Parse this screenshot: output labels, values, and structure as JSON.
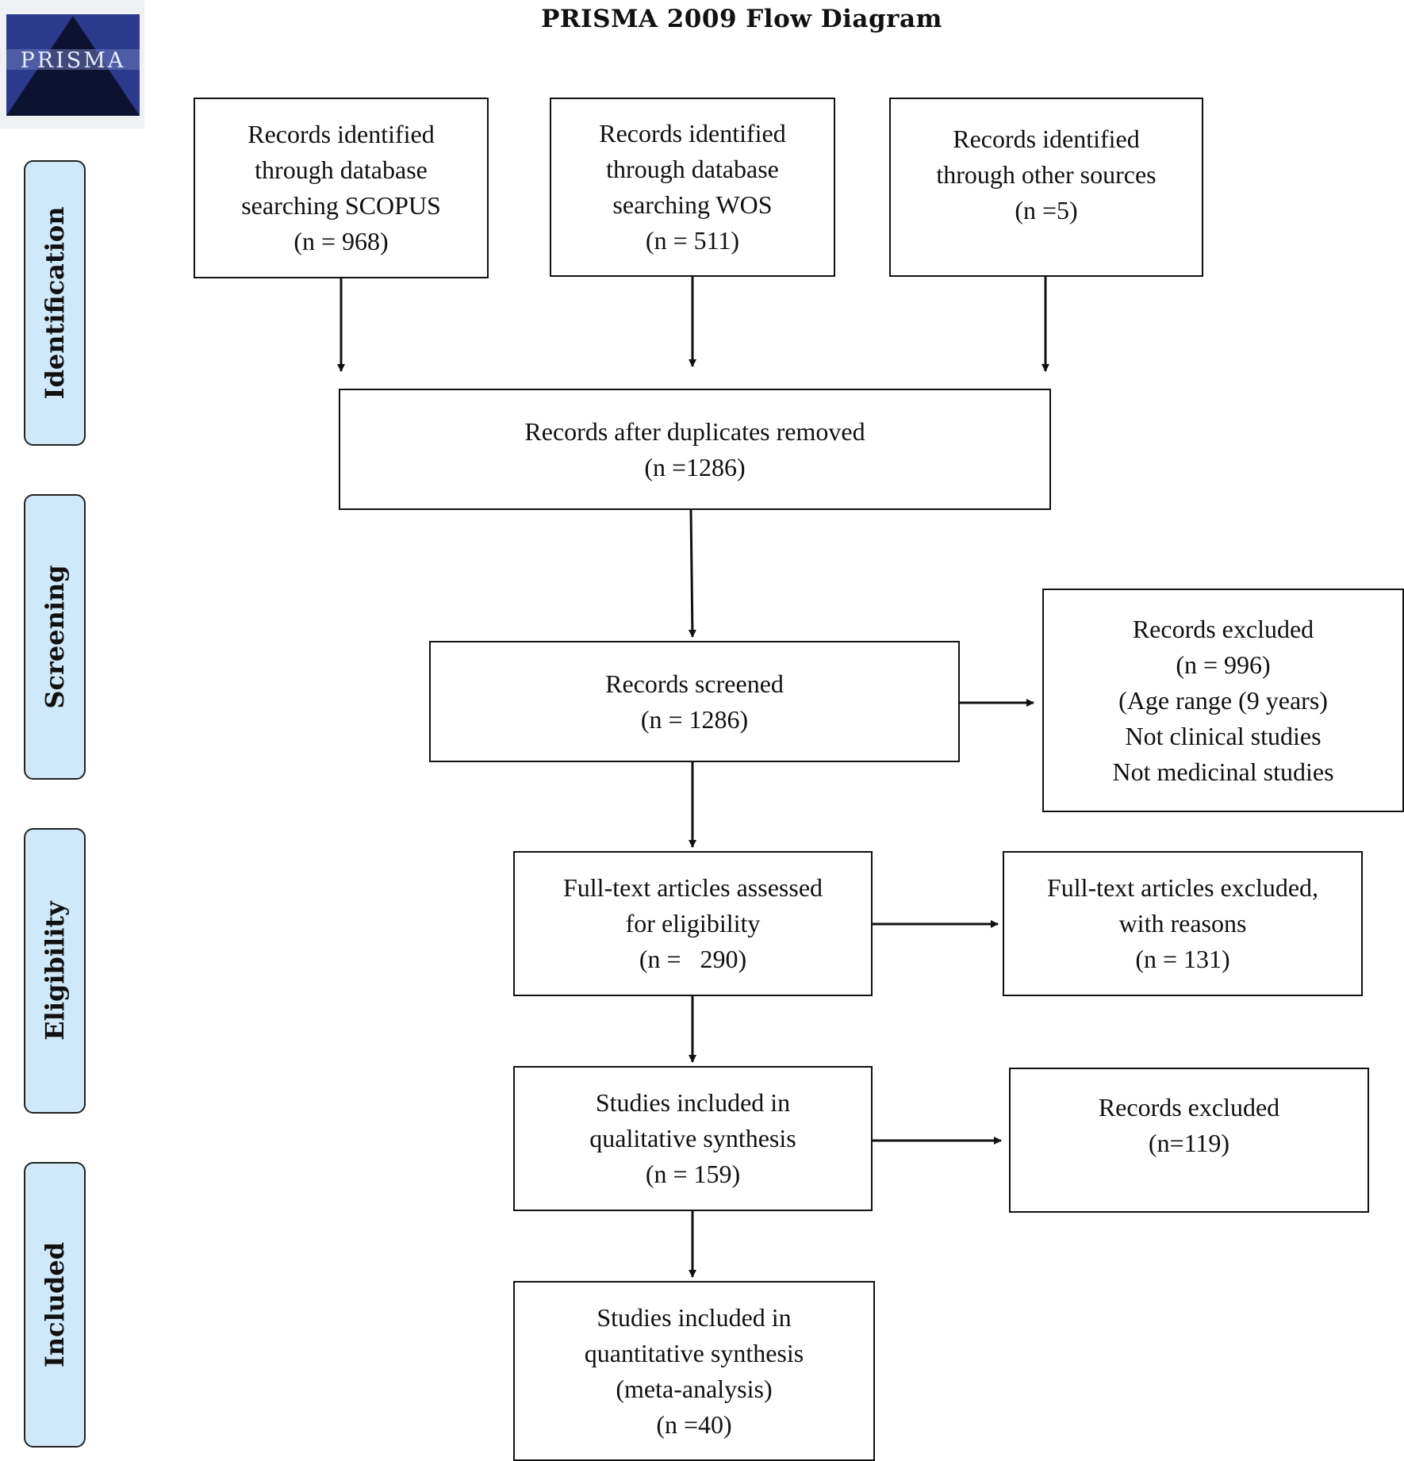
{
  "title": "PRISMA 2009 Flow Diagram",
  "logo": {
    "text": "PRISMA",
    "icon": "prisma-logo"
  },
  "phases": {
    "identification": "Identification",
    "screening": "Screening",
    "eligibility": "Eligibility",
    "included": "Included"
  },
  "boxes": {
    "scopus": [
      "Records identified",
      "through database",
      "searching SCOPUS",
      "(n = 968)"
    ],
    "wos": [
      "Records identified",
      "through database",
      "searching WOS",
      "(n = 511)"
    ],
    "other": [
      "Records identified",
      "through other sources",
      "(n =5)"
    ],
    "duplicates": [
      "Records after duplicates removed",
      "(n =1286)"
    ],
    "screened": [
      "Records screened",
      "(n = 1286)"
    ],
    "excluded_screen": [
      "Records excluded",
      "(n = 996)",
      "(Age range (9 years)",
      "Not clinical studies",
      "Not medicinal studies"
    ],
    "fulltext": [
      "Full-text articles assessed",
      "for eligibility",
      "(n =   290)"
    ],
    "fulltext_excluded": [
      "Full-text articles excluded,",
      "with reasons",
      "(n = 131)"
    ],
    "qualitative": [
      "Studies included in",
      "qualitative synthesis",
      "(n = 159)"
    ],
    "qual_excluded": [
      "Records excluded",
      "(n=119)"
    ],
    "quantitative": [
      "Studies included in",
      "quantitative synthesis",
      "(meta-analysis)",
      "(n =40)"
    ]
  }
}
